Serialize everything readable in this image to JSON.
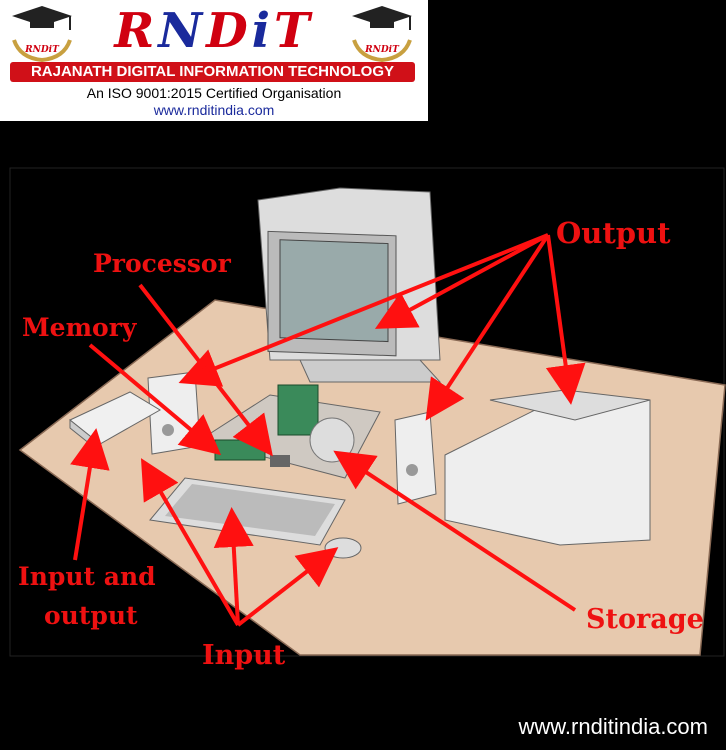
{
  "header": {
    "logo_text": "RNDiT",
    "badge_text": "RNDiT",
    "org_name": "RAJANATH DIGITAL INFORMATION TECHNOLOGY",
    "certification": "An ISO 9001:2015 Certified Organisation",
    "website": "www.rnditindia.com"
  },
  "diagram": {
    "labels": {
      "output": "Output",
      "processor": "Processor",
      "memory": "Memory",
      "input_output_line1": "Input and",
      "input_output_line2": "output",
      "input": "Input",
      "storage": "Storage"
    }
  },
  "footer": {
    "website": "www.rnditindia.com"
  },
  "colors": {
    "label_red": "#ee1111",
    "arrow_red": "#ff1010",
    "brand_red": "#d00010",
    "brand_blue": "#1a2a9c"
  }
}
